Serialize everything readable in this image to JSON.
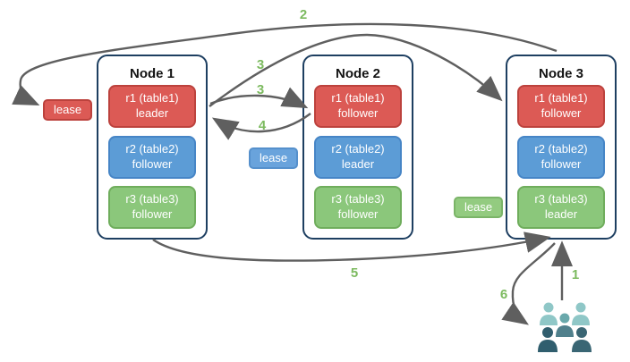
{
  "diagram": {
    "nodes": [
      {
        "title": "Node 1",
        "replicas": [
          {
            "name": "r1 (table1)",
            "role": "leader",
            "color": "#DC5A55"
          },
          {
            "name": "r2 (table2)",
            "role": "follower",
            "color": "#5C9CD6"
          },
          {
            "name": "r3 (table3)",
            "role": "follower",
            "color": "#8BC77B"
          }
        ]
      },
      {
        "title": "Node 2",
        "replicas": [
          {
            "name": "r1 (table1)",
            "role": "follower",
            "color": "#DC5A55"
          },
          {
            "name": "r2 (table2)",
            "role": "leader",
            "color": "#5C9CD6"
          },
          {
            "name": "r3 (table3)",
            "role": "follower",
            "color": "#8BC77B"
          }
        ]
      },
      {
        "title": "Node 3",
        "replicas": [
          {
            "name": "r1 (table1)",
            "role": "follower",
            "color": "#DC5A55"
          },
          {
            "name": "r2 (table2)",
            "role": "follower",
            "color": "#5C9CD6"
          },
          {
            "name": "r3 (table3)",
            "role": "leader",
            "color": "#8BC77B"
          }
        ]
      }
    ],
    "leases": [
      {
        "label": "lease",
        "color": "#DC5A55"
      },
      {
        "label": "lease",
        "color": "#69A3DC"
      },
      {
        "label": "lease",
        "color": "#93CB80"
      }
    ],
    "steps": {
      "s1": "1",
      "s2": "2",
      "s3_top": "3",
      "s3_mid": "3",
      "s4": "4",
      "s5": "5",
      "s6": "6"
    },
    "icons": {
      "users": "users-group-icon"
    },
    "colors": {
      "node_border": "#1E3F61",
      "arrow": "#5F5F5F",
      "step_label": "#7CBA5F",
      "replica_red": "#DC5A55",
      "replica_blue": "#5C9CD6",
      "replica_green": "#8BC77B",
      "users_light": "#8FC7C7",
      "users_mid_head": "#69A8AB",
      "users_mid_body": "#50808C",
      "users_dark_left": "#305E6E",
      "users_dark_right": "#3A6674"
    }
  }
}
